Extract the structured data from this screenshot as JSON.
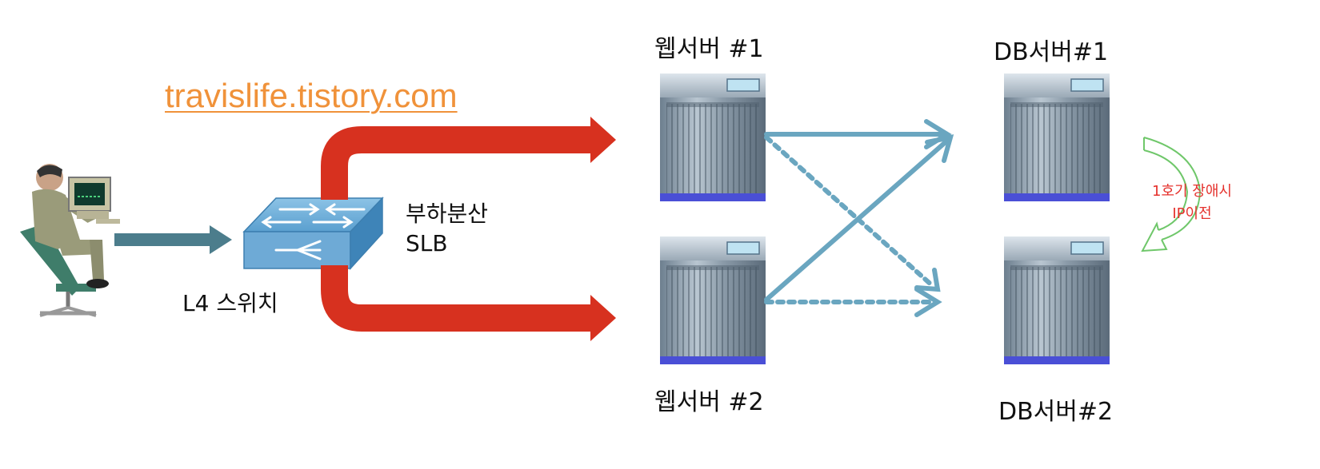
{
  "watermark": "travislife.tistory.com",
  "switch": {
    "name": "L4 스위치",
    "role_line1": "부하분산",
    "role_line2": "SLB"
  },
  "web_servers": [
    {
      "label": "웹서버 #1"
    },
    {
      "label": "웹서버 #2"
    }
  ],
  "db_servers": [
    {
      "label": "DB서버#1"
    },
    {
      "label": "DB서버#2"
    }
  ],
  "failover_note": {
    "line1": "1호기 장애시",
    "line2": "IP이전"
  },
  "colors": {
    "load_balance_arrow": "#d7311f",
    "client_arrow": "#4c7d8c",
    "db_link": "#6aa6c0",
    "failover_arrow": "#6fc76a",
    "failover_text": "#e5322d",
    "watermark": "#f0923a"
  }
}
